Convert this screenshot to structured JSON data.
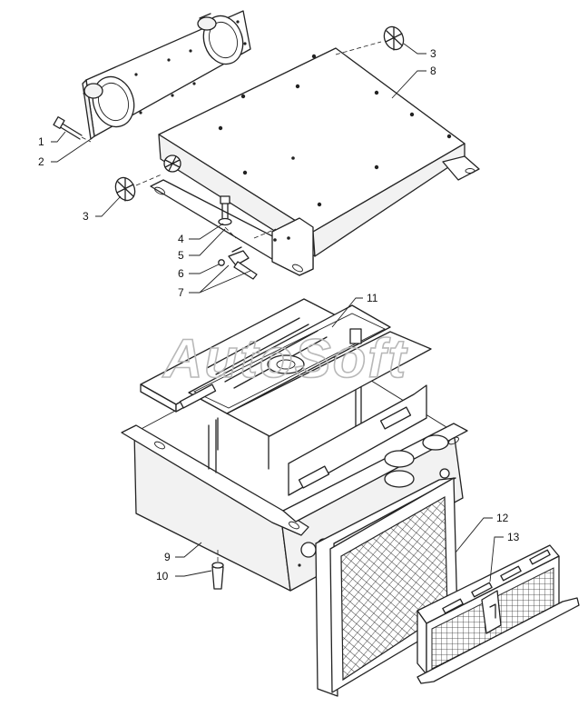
{
  "diagram": {
    "watermark": "AutoSoft",
    "callouts": [
      {
        "id": "c1",
        "text": "1"
      },
      {
        "id": "c2",
        "text": "2"
      },
      {
        "id": "c3a",
        "text": "3"
      },
      {
        "id": "c3b",
        "text": "3"
      },
      {
        "id": "c4",
        "text": "4"
      },
      {
        "id": "c5",
        "text": "5"
      },
      {
        "id": "c6",
        "text": "6"
      },
      {
        "id": "c7",
        "text": "7"
      },
      {
        "id": "c8",
        "text": "8"
      },
      {
        "id": "c9",
        "text": "9"
      },
      {
        "id": "c10",
        "text": "10"
      },
      {
        "id": "c11",
        "text": "11"
      },
      {
        "id": "c12",
        "text": "12"
      },
      {
        "id": "c13",
        "text": "13"
      }
    ]
  }
}
